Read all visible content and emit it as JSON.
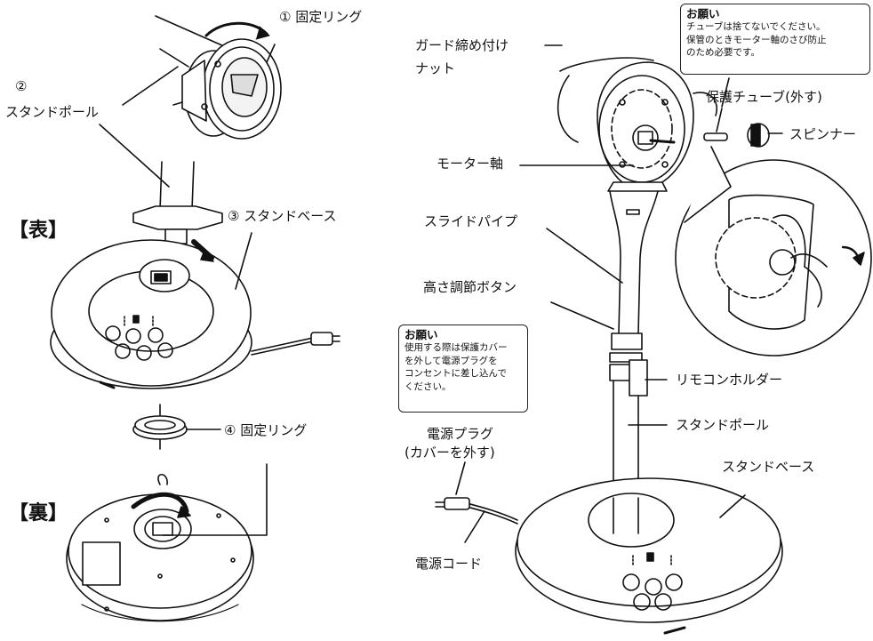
{
  "labels": {
    "fixing_ring_1": "① 固定リング",
    "stand_pole_num": "②",
    "stand_pole_left": "スタンドポール",
    "front_mark": "【表】",
    "stand_base_3": "③ スタンドベース",
    "fixing_ring_4": "④ 固定リング",
    "back_mark": "【裏】",
    "guard_nut_line1": "ガード締め付け",
    "guard_nut_line2": "ナット",
    "motor_shaft": "モーター軸",
    "slide_pipe": "スライドパイプ",
    "height_button": "高さ調節ボタン",
    "protect_tube": "保護チューブ(外す)",
    "spinner": "スピンナー",
    "remote_holder": "リモコンホルダー",
    "stand_pole_right": "スタンドポール",
    "stand_base_right": "スタンドベース",
    "plug_line1": "電源プラグ",
    "plug_line2": "(カバーを外す)",
    "power_cord": "電源コード"
  },
  "notes": {
    "top": {
      "title": "お願い",
      "lines": [
        "チューブは捨てないでください。",
        "保管のときモーター軸のさび防止",
        "のため必要です。"
      ]
    },
    "middle": {
      "title": "お願い",
      "lines": [
        "使用する際は保護カバー",
        "を外して電源プラグを",
        "コンセントに差し込んで",
        "ください。"
      ]
    }
  }
}
